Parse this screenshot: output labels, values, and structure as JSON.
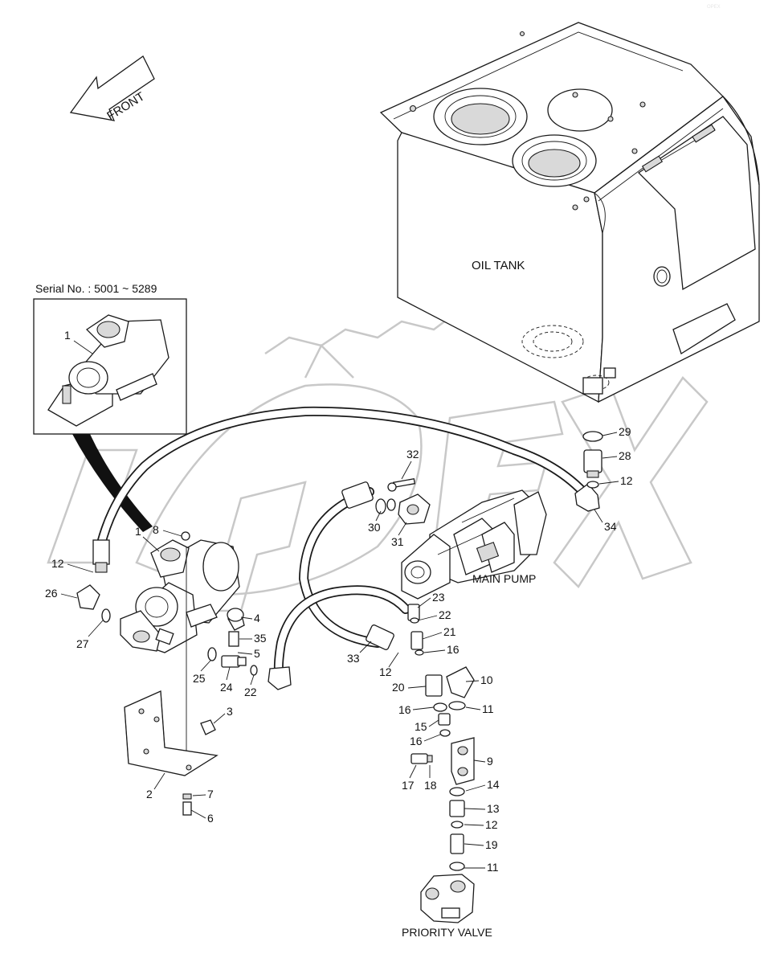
{
  "diagram": {
    "front_label": "FRONT",
    "oil_tank_label": "OIL TANK",
    "main_pump_label": "MAIN PUMP",
    "priority_valve_label": "PRIORITY VALVE",
    "serial_label": "Serial No. : 5001 ~ 5289",
    "watermark_text": "OPEX",
    "part_numbers": [
      "1",
      "1",
      "2",
      "3",
      "4",
      "5",
      "6",
      "7",
      "8",
      "9",
      "10",
      "11",
      "11",
      "12",
      "12",
      "12",
      "12",
      "13",
      "14",
      "15",
      "16",
      "16",
      "16",
      "17",
      "18",
      "19",
      "20",
      "21",
      "22",
      "22",
      "23",
      "24",
      "25",
      "26",
      "27",
      "28",
      "29",
      "30",
      "31",
      "32",
      "33",
      "34",
      "35"
    ]
  },
  "colors": {
    "line": "#1a1a1a",
    "watermark": "#c8c8c8",
    "background": "#ffffff"
  }
}
